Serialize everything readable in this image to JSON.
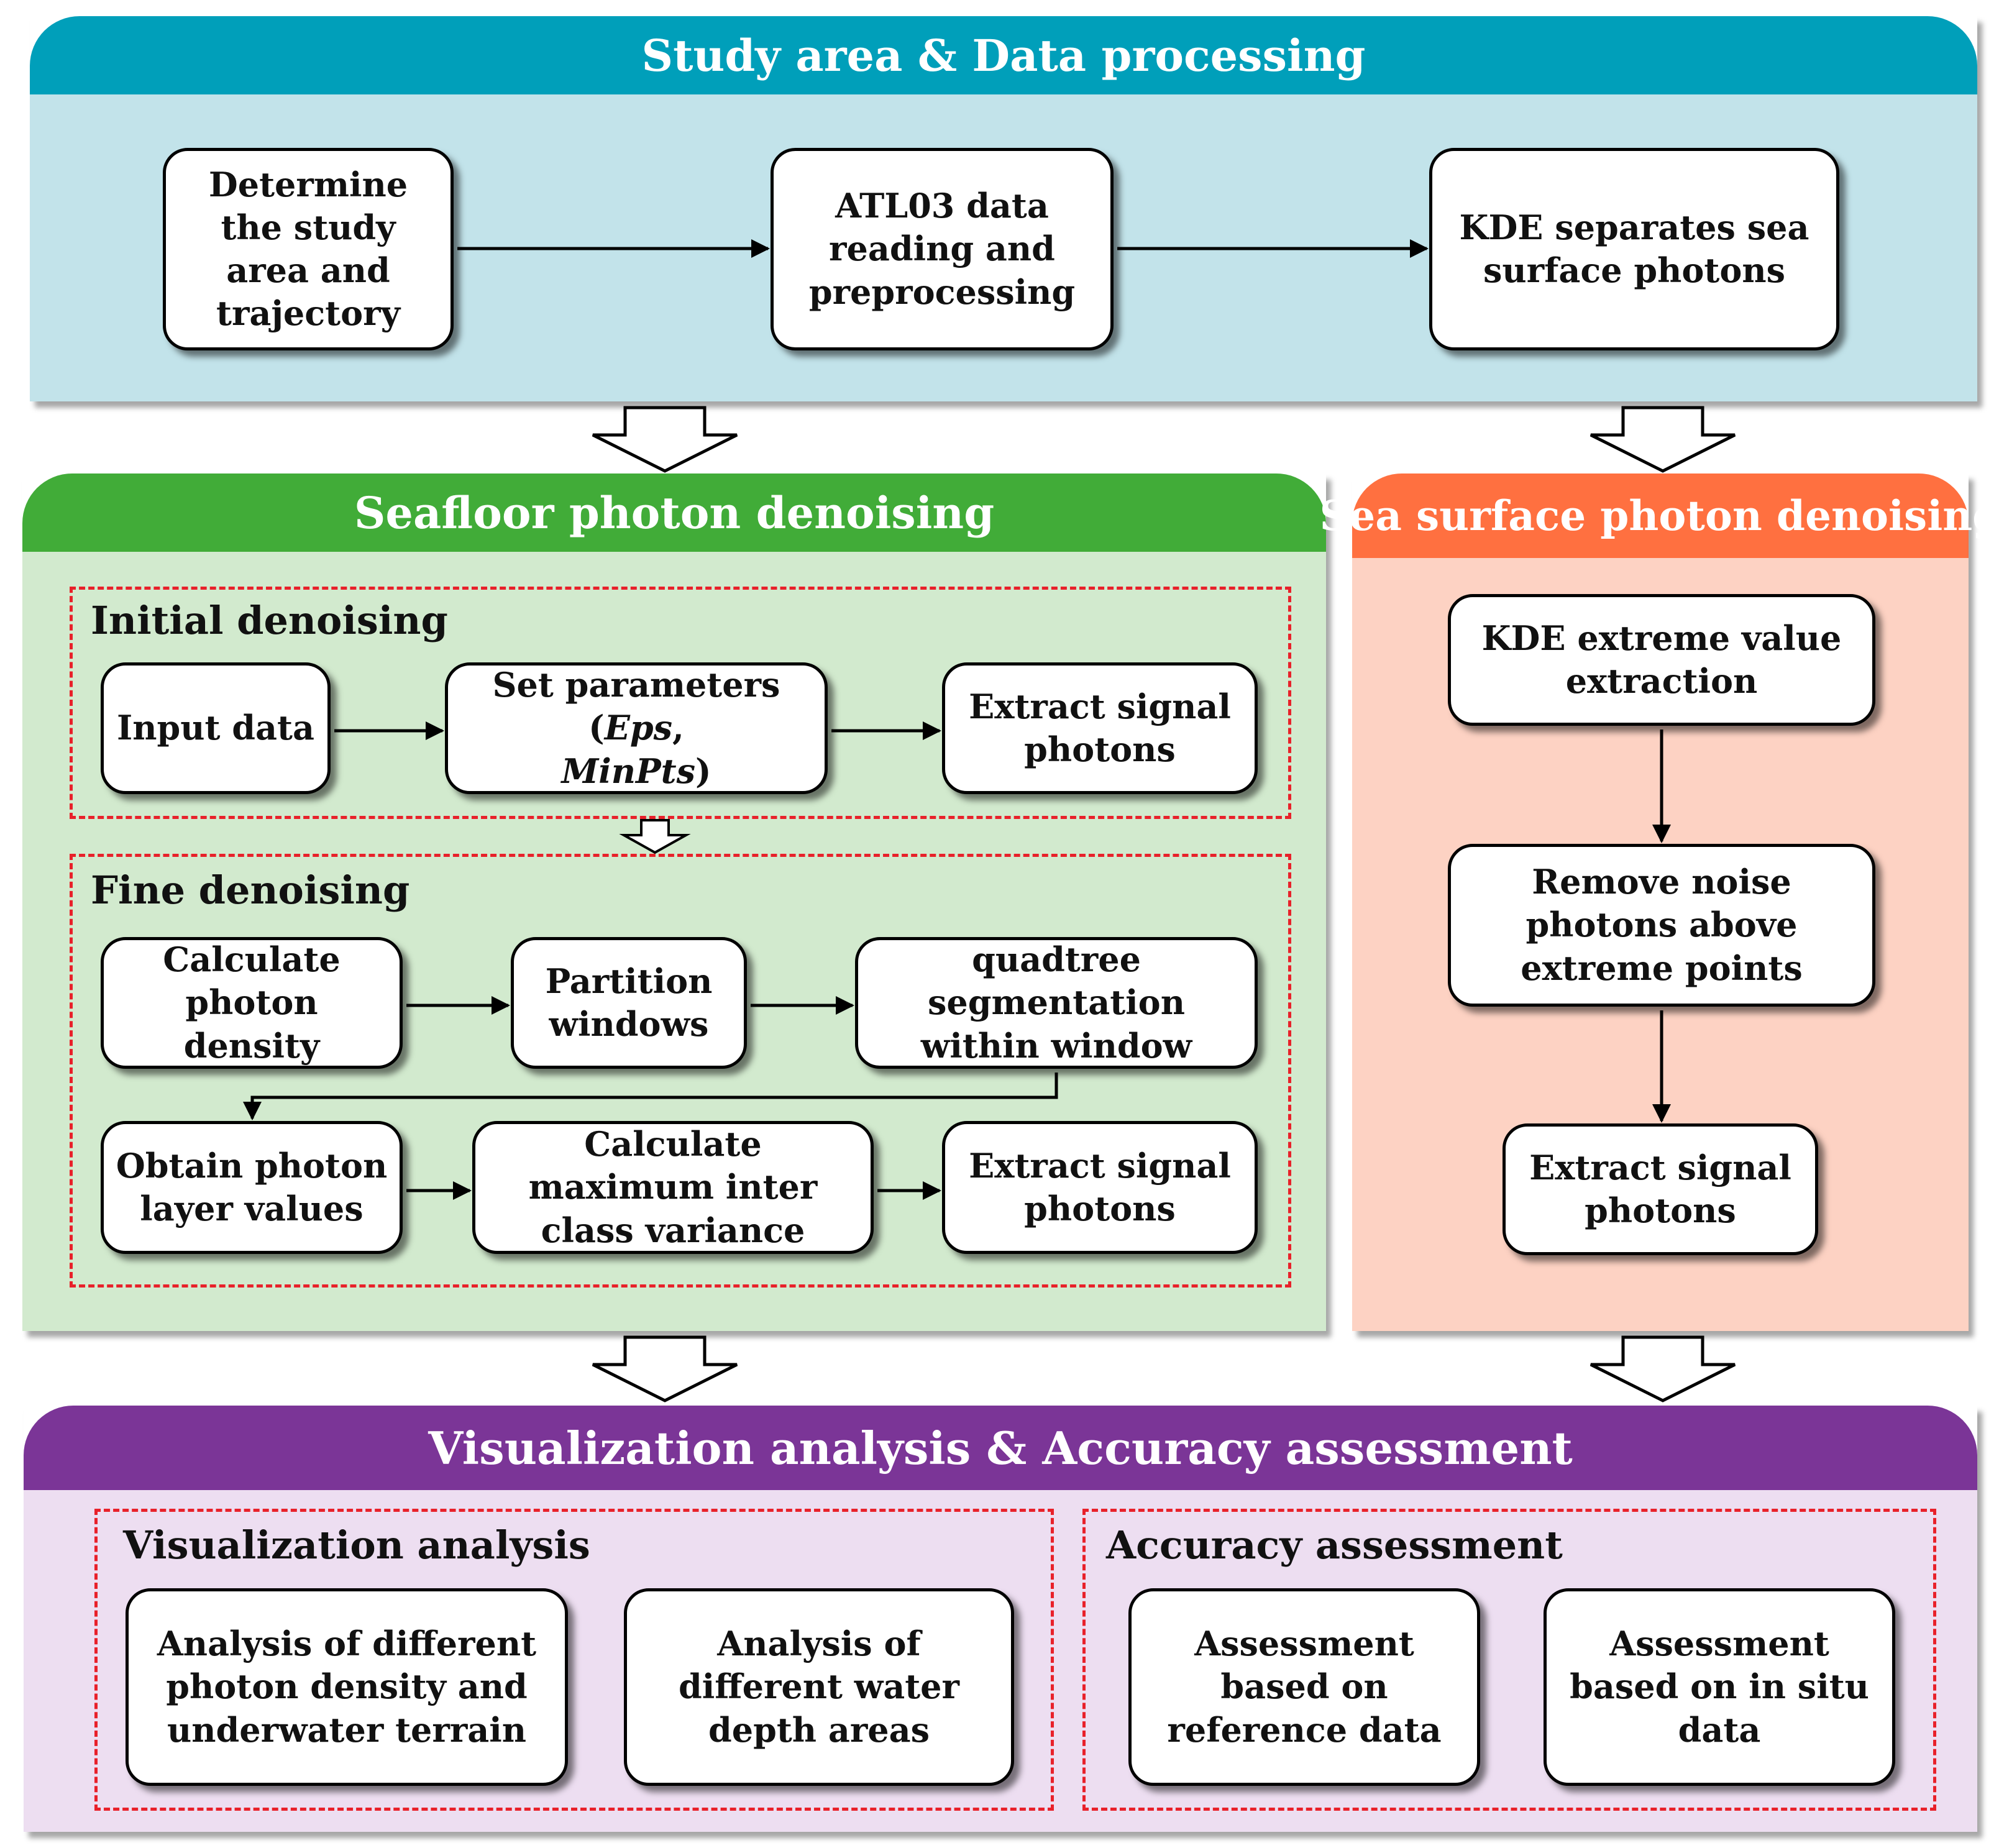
{
  "panels": {
    "study_area": {
      "title": "Study area & Data processing",
      "head_color": "#009fba",
      "body_color": "#c2e3ea"
    },
    "seafloor": {
      "title": "Seafloor photon denoising",
      "head_color": "#41ac38",
      "body_color": "#d2eace"
    },
    "sea_surface": {
      "title": "Sea surface photon denoising",
      "head_color": "#ff7040",
      "body_color": "#fdd2c3"
    },
    "visualization": {
      "title": "Visualization analysis & Accuracy assessment",
      "head_color": "#7b3597",
      "body_color": "#eddef1"
    }
  },
  "study_area_steps": [
    "Determine the study area and trajectory",
    "ATL03 data reading and preprocessing",
    "KDE separates sea surface photons"
  ],
  "initial_denoising": {
    "title": "Initial denoising",
    "steps": {
      "input": "Input data",
      "params_prefix": "Set parameters (",
      "params_eps": "Eps",
      "params_sep": ", ",
      "params_minpts": "MinPts",
      "params_suffix": ")",
      "extract": "Extract signal photons"
    }
  },
  "fine_denoising": {
    "title": "Fine denoising",
    "steps": [
      "Calculate photon density",
      "Partition windows",
      "quadtree segmentation within window",
      "Obtain photon layer values",
      "Calculate maximum inter class variance",
      "Extract signal photons"
    ]
  },
  "sea_surface_steps": [
    "KDE extreme value extraction",
    "Remove noise photons above extreme points",
    "Extract signal photons"
  ],
  "visualization_analysis": {
    "title": "Visualization analysis",
    "items": [
      "Analysis of different photon density and underwater terrain",
      "Analysis of different water depth areas"
    ]
  },
  "accuracy_assessment": {
    "title": "Accuracy assessment",
    "items": [
      "Assessment based on reference data",
      "Assessment based on in situ data"
    ]
  }
}
